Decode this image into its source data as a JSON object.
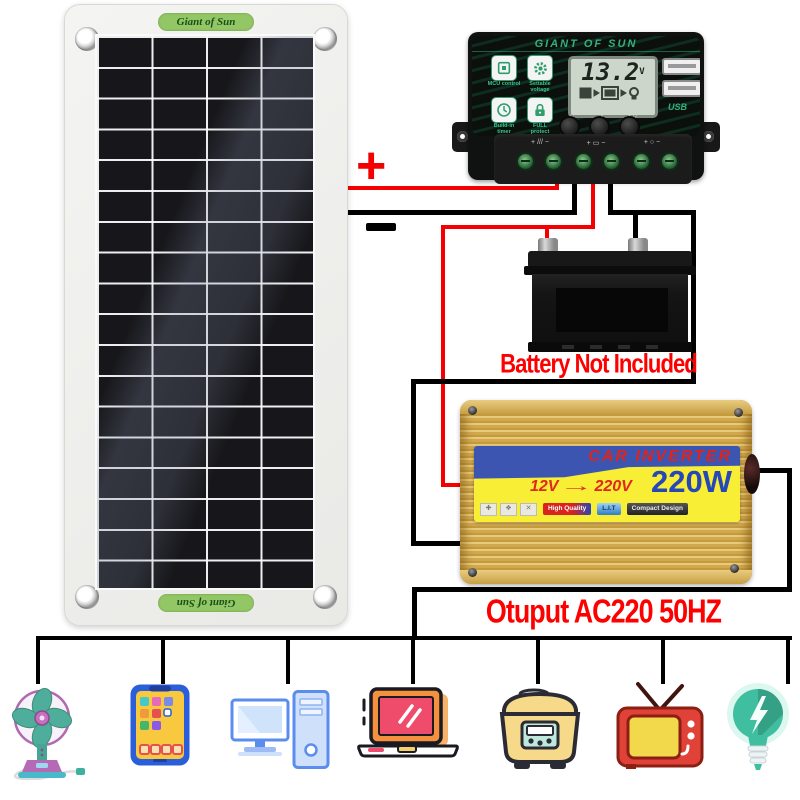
{
  "colors": {
    "accent_red": "#fe0000",
    "wire_red": "#f50000",
    "wire_black": "#000000",
    "controller_green": "#35b07c",
    "panel_badge_green": "#93c664",
    "inverter_gold": "#d2a84e",
    "inverter_blue": "#3b55b0",
    "inverter_label_yellow": "#f7ee35",
    "power_text_blue": "#2547b8"
  },
  "solar_panel": {
    "brand_top": "Giant of Sun",
    "brand_bottom": "Giant of Sun"
  },
  "controller": {
    "brand": "GIANT OF SUN",
    "lcd_value": "13.2",
    "lcd_unit": "V",
    "lcd_flow_icons": [
      "solar-panel-icon",
      "battery-icon",
      "bulb-icon"
    ],
    "usb_label": "USB",
    "features": [
      {
        "icon": "chip-icon",
        "label": "MCU control"
      },
      {
        "icon": "gear-icon",
        "label": "Settable voltage"
      },
      {
        "icon": "clock-icon",
        "label": "Build-in timer"
      },
      {
        "icon": "lock-icon",
        "label": "FULL protect"
      }
    ],
    "button_labels": [
      "□",
      "▲",
      "▲/?"
    ],
    "terminal_labels": [
      "+ /// −",
      "+ ▭ −",
      "+ ○ −"
    ]
  },
  "wiring": {
    "plus": "+",
    "minus": "−"
  },
  "battery": {
    "caption": "Battery Not Included"
  },
  "inverter": {
    "title": "CAR INVERTER",
    "input": "12V",
    "arrow": "→",
    "output": "220V",
    "power": "220W",
    "badges": [
      "High Quality",
      "L.I.T",
      "Compact Design"
    ]
  },
  "output_caption": "Otuput AC220 50HZ",
  "appliances": [
    "electric-fan",
    "smartphone",
    "desktop-computer",
    "laptop",
    "rice-cooker",
    "television",
    "light-bulb"
  ]
}
